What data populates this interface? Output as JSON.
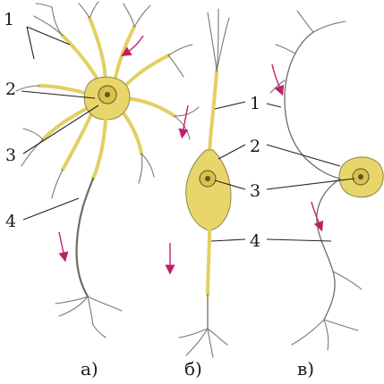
{
  "figure": {
    "part_labels": {
      "one": "1",
      "two": "2",
      "three": "3",
      "four": "4"
    },
    "captions": {
      "a": "а)",
      "b": "б)",
      "c": "в)"
    },
    "colors": {
      "cell_body": "#e8d66a",
      "process_outline": "#6e6d64",
      "impulse_arrow": "#c0206a"
    }
  }
}
